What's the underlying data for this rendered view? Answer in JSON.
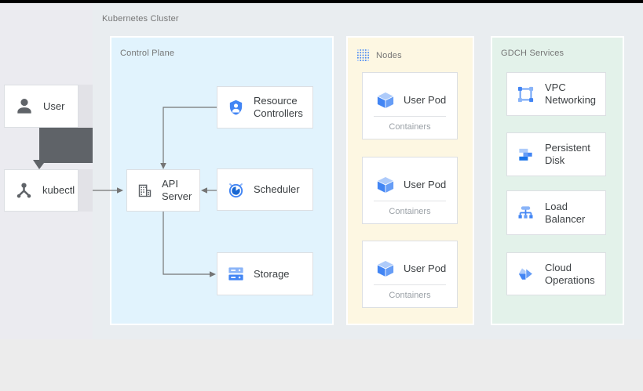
{
  "title": "Kubernetes Cluster",
  "left_rail": {
    "user_label": "User",
    "kubectl_label": "kubectl"
  },
  "control_plane": {
    "label": "Control Plane",
    "cards": {
      "resource_controllers": "Resource Controllers",
      "api_server": "API Server",
      "scheduler": "Scheduler",
      "storage": "Storage"
    }
  },
  "nodes": {
    "label": "Nodes",
    "pods": [
      {
        "label": "User Pod",
        "sublabel": "Containers"
      },
      {
        "label": "User Pod",
        "sublabel": "Containers"
      },
      {
        "label": "User Pod",
        "sublabel": "Containers"
      }
    ]
  },
  "gdch": {
    "label": "GDCH Services",
    "cards": {
      "vpc": "VPC Networking",
      "disk": "Persistent Disk",
      "lb": "Load Balancer",
      "ops": "Cloud Operations"
    }
  },
  "colors": {
    "control_plane_bg": "#e1f3fd",
    "nodes_bg": "#fdf7e2",
    "gdch_bg": "#e3f2ea",
    "panel_bg": "#e9edf0",
    "left_col_bg": "#ebebf0",
    "accent_blue": "#4285f4",
    "light_blue": "#aecbfa",
    "mid_blue": "#669df6",
    "arrow_gray": "#757575",
    "dark_arrow": "#5f6368"
  }
}
